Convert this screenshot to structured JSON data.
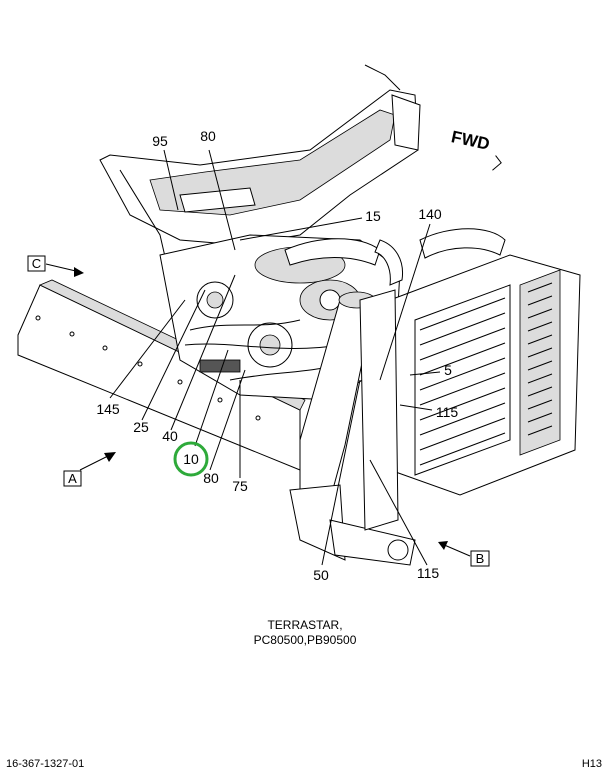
{
  "diagram": {
    "direction_label": "FWD",
    "view_labels": [
      "C",
      "A",
      "B"
    ],
    "callouts": [
      "95",
      "80",
      "15",
      "140",
      "5",
      "115",
      "145",
      "25",
      "40",
      "10",
      "80",
      "75",
      "50",
      "115"
    ],
    "highlighted_callout": "10",
    "highlight_color": "#2eaa3a"
  },
  "caption": {
    "line1": "TERRASTAR,",
    "line2": "PC80500,PB90500"
  },
  "footer": {
    "document_number": "16-367-1327-01",
    "page_code": "H13"
  }
}
